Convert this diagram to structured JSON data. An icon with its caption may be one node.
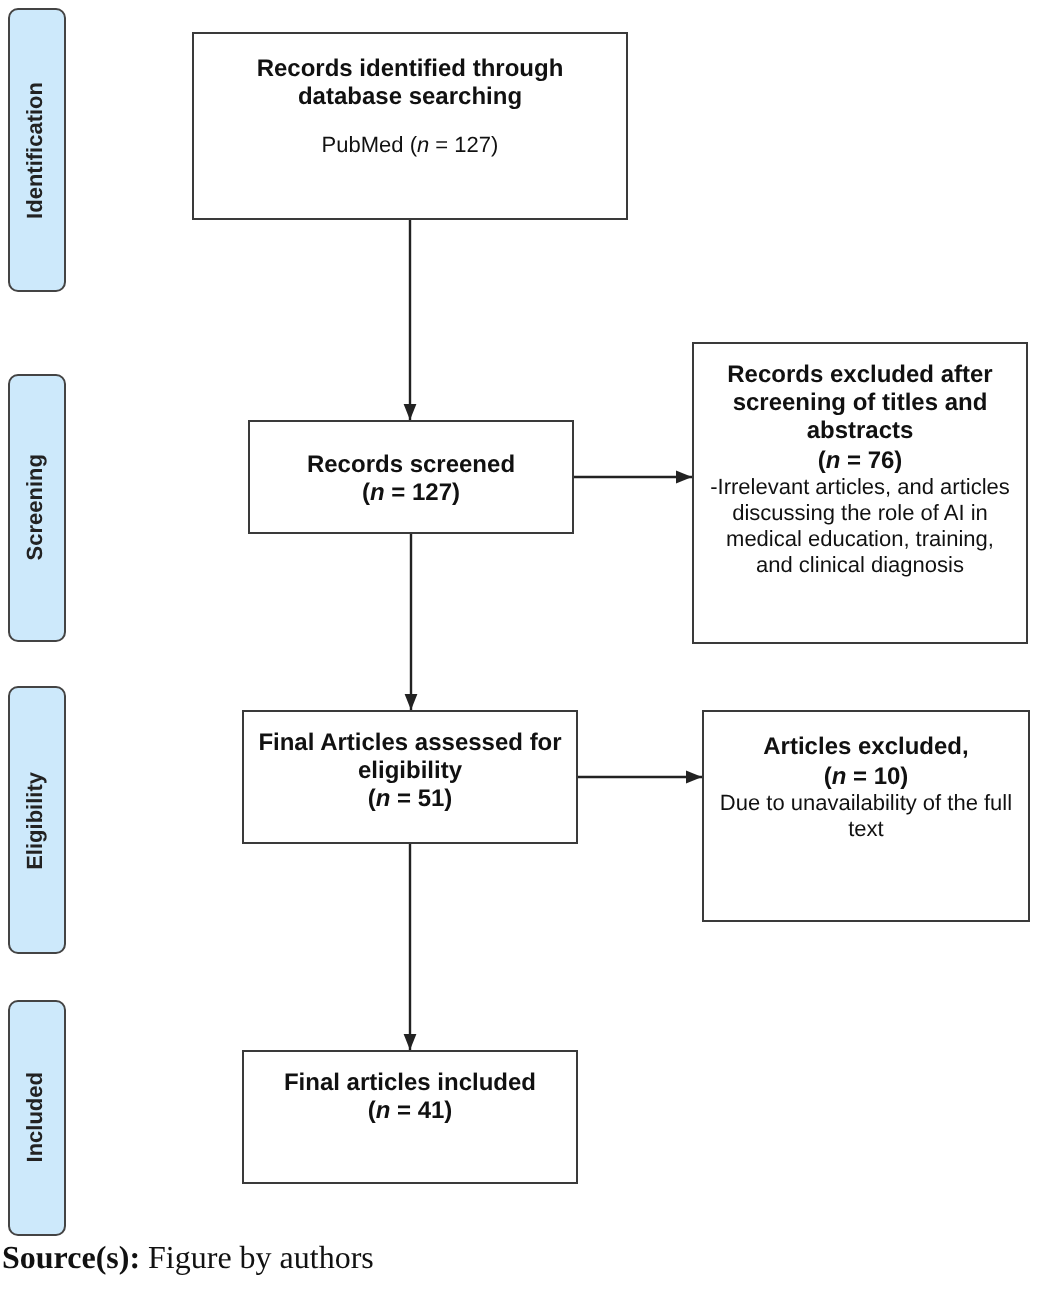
{
  "diagram": {
    "caption": "**Source(s):** Figure by authors",
    "nodes": [
      {
        "text": [
          "Identification"
        ]
      },
      {
        "text": [
          "Records identified through database searching",
          "PubMed (*n* = 127)"
        ]
      },
      {
        "text": [
          "Screening"
        ]
      },
      {
        "text": [
          "Records screened",
          "(*n* = 127)"
        ]
      },
      {
        "text": [
          "Records excluded after screening of titles and abstracts",
          "(*n* = 76)",
          "-Irrelevant articles, and articles discussing the role of AI in medical education, training, and clinical diagnosis"
        ]
      },
      {
        "text": [
          "Eligibility"
        ]
      },
      {
        "text": [
          "Final Articles assessed for eligibility",
          "(*n* = 51)"
        ]
      },
      {
        "text": [
          "Articles excluded,",
          "(*n* = 10)",
          "Due to unavailability of the full text"
        ]
      },
      {
        "text": [
          "Included"
        ]
      },
      {
        "text": [
          "Final articles included",
          "(*n* = 41)"
        ]
      }
    ],
    "edges": [
      {
        "from": 1,
        "to": 3,
        "arrow": "to"
      },
      {
        "from": 3,
        "to": 4,
        "arrow": "to"
      },
      {
        "from": 3,
        "to": 6,
        "arrow": "to"
      },
      {
        "from": 6,
        "to": 7,
        "arrow": "to"
      },
      {
        "from": 6,
        "to": 9,
        "arrow": "to"
      }
    ]
  }
}
